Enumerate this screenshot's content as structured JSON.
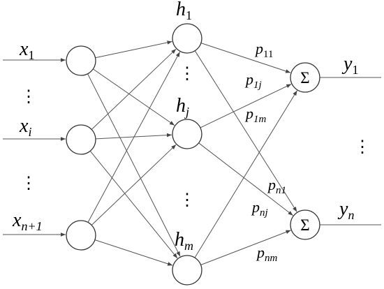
{
  "inputs": [
    {
      "base": "x",
      "sub": "1"
    },
    {
      "base": "x",
      "sub": "i"
    },
    {
      "base": "x",
      "sub": "n+1"
    }
  ],
  "hidden": [
    {
      "base": "h",
      "sub": "1"
    },
    {
      "base": "h",
      "sub": "j"
    },
    {
      "base": "h",
      "sub": "m"
    }
  ],
  "outputs": [
    {
      "base": "y",
      "sub": "1"
    },
    {
      "base": "y",
      "sub": "n"
    }
  ],
  "sum_symbol": "Σ",
  "ellipsis": "⋮",
  "weights": [
    {
      "base": "p",
      "sub": "11"
    },
    {
      "base": "p",
      "sub": "1j"
    },
    {
      "base": "p",
      "sub": "1m"
    },
    {
      "base": "p",
      "sub": "n1"
    },
    {
      "base": "p",
      "sub": "nj"
    },
    {
      "base": "p",
      "sub": "nm"
    }
  ]
}
